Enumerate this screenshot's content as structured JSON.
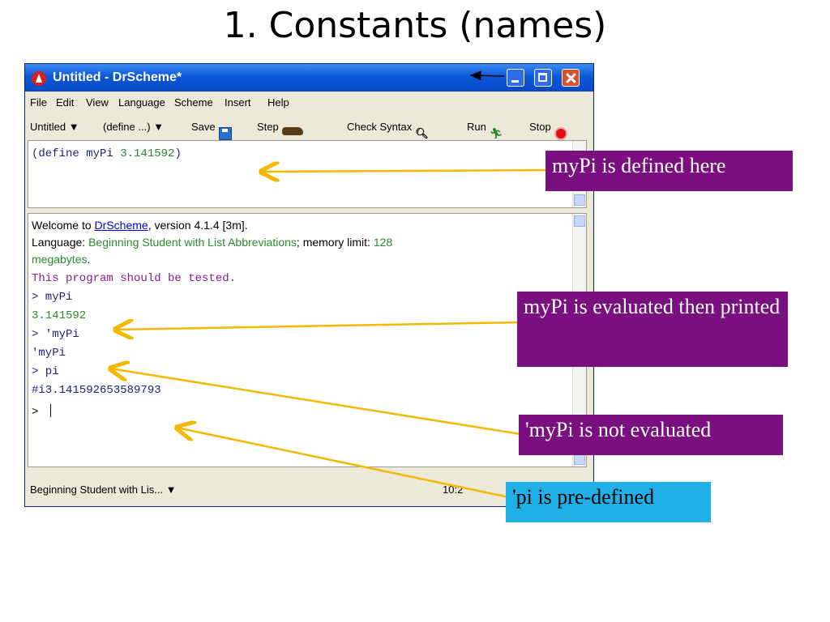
{
  "slide": {
    "title": "1.  Constants (names)"
  },
  "window": {
    "title": "Untitled - DrScheme*",
    "menu": [
      "File",
      "Edit",
      "View",
      "Language",
      "Scheme",
      "Insert",
      "Help"
    ],
    "toolbar": {
      "file_dropdown": "Untitled ▼",
      "define_dropdown": "(define ...) ▼",
      "save": "Save",
      "step": "Step",
      "check_syntax": "Check Syntax",
      "run": "Run",
      "stop": "Stop"
    },
    "definitions": {
      "keyword": "(define myPi ",
      "number": "3.141592",
      "close": ")"
    },
    "interactions": {
      "welcome_prefix": "Welcome to ",
      "welcome_link": "DrScheme",
      "welcome_suffix": ", version 4.1.4 [3m].",
      "language_label": "Language: ",
      "language_value": "Beginning Student with List Abbreviations",
      "memory_label": "; memory limit: ",
      "memory_value": "128",
      "memory_unit": "megabytes",
      "memory_end": ".",
      "test_note": "This program should be tested.",
      "prompt1": "> myPi",
      "result1": "3.141592",
      "prompt2": "> 'myPi",
      "result2": "'myPi",
      "prompt3": "> pi",
      "result3": "#i3.141592653589793",
      "prompt4": "> "
    },
    "status": {
      "language": "Beginning Student with Lis... ▼",
      "position": "10:2"
    }
  },
  "callouts": {
    "defined": "myPi is defined here",
    "evaluated": "myPi is evaluated then printed",
    "not_evaluated": "'myPi is not evaluated",
    "predefined": "'pi is pre-defined"
  },
  "colors": {
    "callout_purple": "#7a0f80",
    "callout_cyan": "#1fb0e8",
    "arrow": "#f5b800",
    "titlebar": "#0b58d8"
  }
}
